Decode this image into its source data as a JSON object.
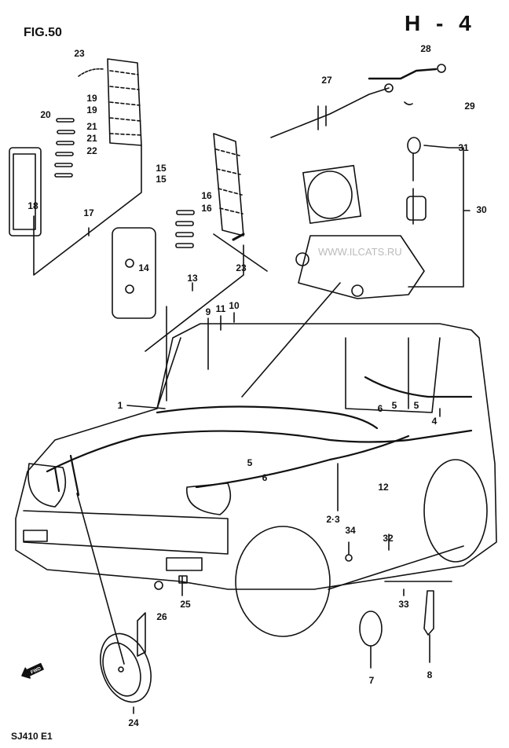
{
  "figure_label": "FIG.50",
  "sheet_code": "H - 4",
  "model_code": "SJ410  E1",
  "watermark": "WWW.ILCATS.RU",
  "direction_icon": {
    "name": "fwd-arrow-icon",
    "text": "FWD"
  },
  "callouts": [
    "23",
    "19",
    "19",
    "20",
    "21",
    "21",
    "22",
    "18",
    "17",
    "15",
    "15",
    "16",
    "16",
    "14",
    "13",
    "23",
    "27",
    "28",
    "29",
    "31",
    "30",
    "9",
    "11",
    "10",
    "1",
    "6",
    "5",
    "5",
    "4",
    "5",
    "6",
    "12",
    "2·3",
    "34",
    "32",
    "33",
    "26",
    "25",
    "7",
    "8",
    "24"
  ]
}
